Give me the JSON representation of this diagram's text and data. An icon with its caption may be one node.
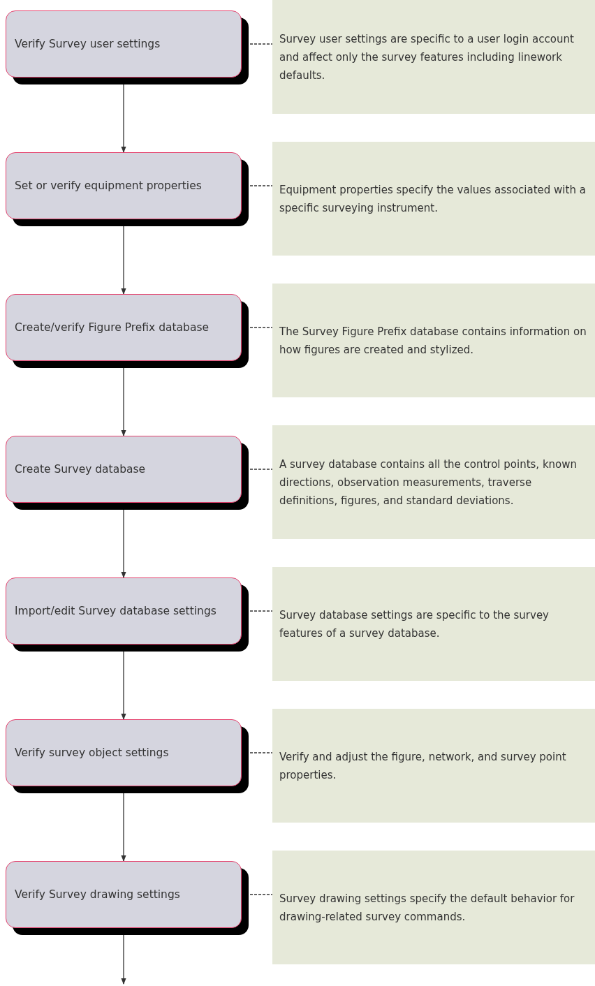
{
  "diagram": {
    "nodes": [
      {
        "text": [
          "Verify Survey user settings"
        ]
      },
      {
        "text": [
          "Survey user settings are specific to a user login account and affect only the survey features including linework defaults."
        ]
      },
      {
        "text": [
          "Set or verify equipment properties"
        ]
      },
      {
        "text": [
          "Equipment properties specify the values associated with a specific surveying instrument."
        ]
      },
      {
        "text": [
          "Create/verify Figure Prefix database"
        ]
      },
      {
        "text": [
          "The Survey Figure Prefix database contains information on how figures are created and stylized."
        ]
      },
      {
        "text": [
          "Create Survey database"
        ]
      },
      {
        "text": [
          "A survey database contains all the control points, known directions, observation measurements, traverse definitions, figures, and standard deviations."
        ]
      },
      {
        "text": [
          "Import/edit Survey database settings"
        ]
      },
      {
        "text": [
          "Survey database settings are specific to the survey features of a survey database."
        ]
      },
      {
        "text": [
          "Verify survey object settings"
        ]
      },
      {
        "text": [
          "Verify and adjust the figure, network, and survey point properties."
        ]
      },
      {
        "text": [
          "Verify Survey drawing settings"
        ]
      },
      {
        "text": [
          "Survey drawing settings specify the default behavior for drawing-related survey commands."
        ]
      }
    ],
    "edges": [
      {
        "from": 0,
        "to": 1,
        "arrow": "none",
        "style": "dashed"
      },
      {
        "from": 0,
        "to": 2,
        "arrow": "to"
      },
      {
        "from": 2,
        "to": 3,
        "arrow": "none",
        "style": "dashed"
      },
      {
        "from": 2,
        "to": 4,
        "arrow": "to"
      },
      {
        "from": 4,
        "to": 5,
        "arrow": "none",
        "style": "dashed"
      },
      {
        "from": 4,
        "to": 6,
        "arrow": "to"
      },
      {
        "from": 6,
        "to": 7,
        "arrow": "none",
        "style": "dashed"
      },
      {
        "from": 6,
        "to": 8,
        "arrow": "to"
      },
      {
        "from": 8,
        "to": 9,
        "arrow": "none",
        "style": "dashed"
      },
      {
        "from": 8,
        "to": 10,
        "arrow": "to"
      },
      {
        "from": 10,
        "to": 11,
        "arrow": "none",
        "style": "dashed"
      },
      {
        "from": 10,
        "to": 12,
        "arrow": "to"
      },
      {
        "from": 12,
        "to": 13,
        "arrow": "none",
        "style": "dashed"
      },
      {
        "from": 12,
        "to": null,
        "arrow": "to"
      }
    ]
  }
}
